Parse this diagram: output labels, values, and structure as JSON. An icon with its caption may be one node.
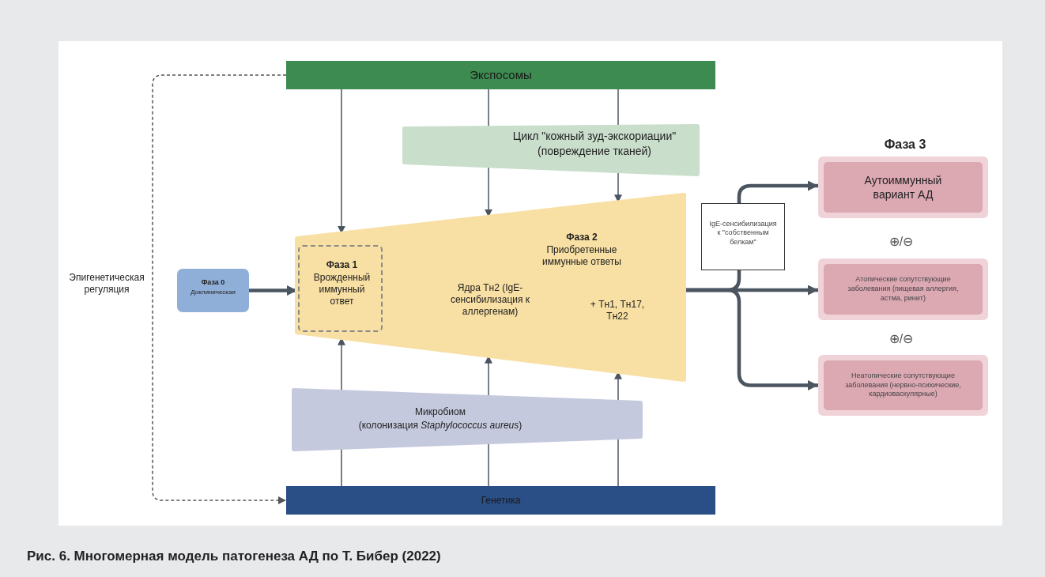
{
  "diagram": {
    "caption": "Рис. 6. Многомерная модель патогенеза АД по Т. Бибер (2022)",
    "nodes": [
      {
        "text": [
          "Экспосомы"
        ]
      },
      {
        "text": [
          "Цикл \"кожный зуд-экскориации\"",
          "(повреждение тканей)"
        ]
      },
      {
        "text": [
          "Фаза 2",
          "Приобретенные иммунные ответы",
          "Ядра Тн2 (IgE-сенсибилизация к аллергенам)",
          "+ Тн1, Тн17, Тн22"
        ]
      },
      {
        "text": [
          "Фаза 1",
          "Врожденный иммунный ответ"
        ],
        "in": 2
      },
      {
        "text": [
          "Микробиом",
          "(колонизация *Staphylococcus aureus*)"
        ]
      },
      {
        "text": [
          "Генетика"
        ]
      },
      {
        "text": [
          "Фаза 0",
          "Доклиническая"
        ]
      },
      {
        "text": [
          "IgE-сенсибилизация к \"собственным белкам\""
        ]
      },
      {
        "text": [
          "Аутоиммунный вариант АД"
        ]
      },
      {
        "text": [
          "Атопические сопутствующие заболевания (пищевая аллергия, астма, ринит)"
        ]
      },
      {
        "text": [
          "Неатопические сопутствующие заболевания (нервно-психические, кардиоваскулярные)"
        ]
      }
    ],
    "edges": [
      {
        "from": 0,
        "to": 2,
        "arrow": "to"
      },
      {
        "from": 0,
        "to": 1,
        "arrow": "none"
      },
      {
        "from": 1,
        "to": 2,
        "arrow": "to"
      },
      {
        "from": 0,
        "to": 1,
        "arrow": "none"
      },
      {
        "from": 1,
        "to": 2,
        "arrow": "to"
      },
      {
        "from": 5,
        "to": 4,
        "arrow": "none"
      },
      {
        "from": 4,
        "to": 2,
        "arrow": "to"
      },
      {
        "from": 5,
        "to": 4,
        "arrow": "none"
      },
      {
        "from": 4,
        "to": 2,
        "arrow": "to"
      },
      {
        "from": 5,
        "to": 4,
        "arrow": "none"
      },
      {
        "from": 4,
        "to": 2,
        "arrow": "to"
      },
      {
        "from": 6,
        "to": 2,
        "arrow": "to",
        "style": "thick"
      },
      {
        "from": 0,
        "to": 5,
        "arrow": "to",
        "style": "dashed",
        "label": "Эпигенетическая регуляция"
      },
      {
        "from": 2,
        "to": 7,
        "arrow": "none",
        "style": "thick"
      },
      {
        "from": 7,
        "to": 8,
        "arrow": "to",
        "style": "thick"
      },
      {
        "from": 2,
        "to": 9,
        "arrow": "to",
        "style": "thick"
      },
      {
        "from": 2,
        "to": 10,
        "arrow": "to",
        "style": "thick"
      }
    ],
    "labels": [
      "Фаза 3",
      "⊕/⊖",
      "⊕/⊖"
    ]
  }
}
